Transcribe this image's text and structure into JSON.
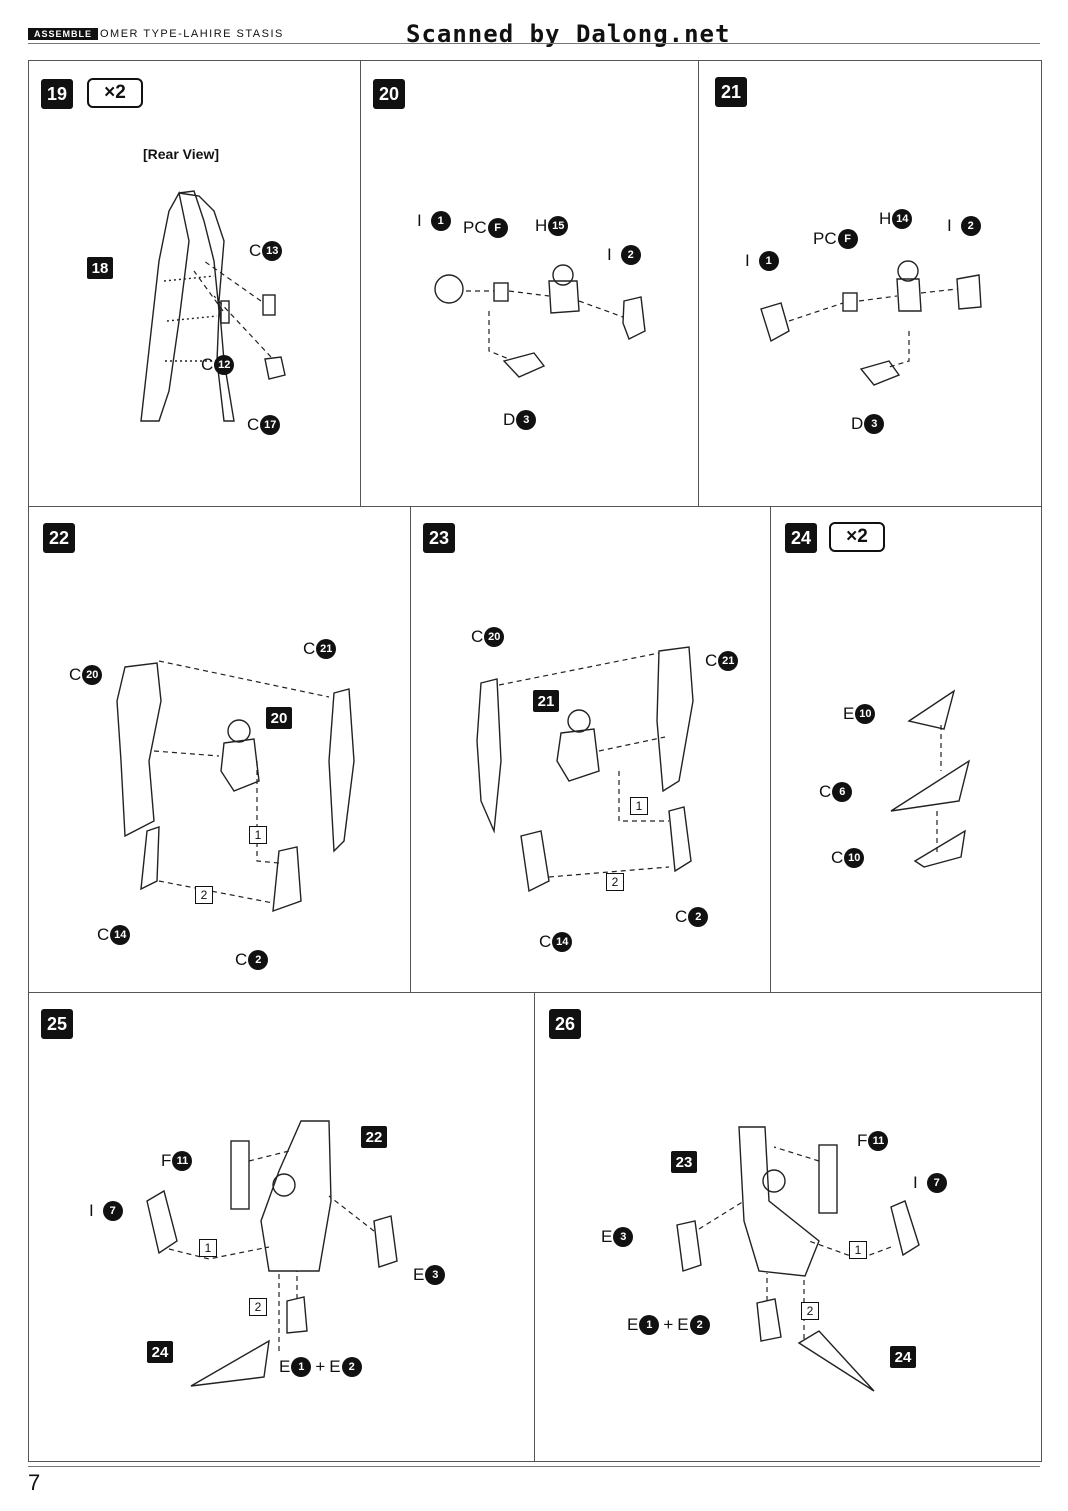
{
  "header": {
    "section_tag": "ASSEMBLE",
    "title": "OMER TYPE-LAHIRE STASIS",
    "watermark": "Scanned by Dalong.net"
  },
  "page_number": "7",
  "steps": {
    "s19": {
      "number": "19",
      "multiplier": "×2",
      "note": "[Rear View]",
      "ref": "18",
      "parts": [
        {
          "letter": "C",
          "num": "13"
        },
        {
          "letter": "C",
          "num": "12"
        },
        {
          "letter": "C",
          "num": "17"
        }
      ]
    },
    "s20": {
      "number": "20",
      "parts": [
        {
          "letter": "I",
          "num": "1"
        },
        {
          "letter": "PC",
          "num": "F"
        },
        {
          "letter": "H",
          "num": "15"
        },
        {
          "letter": "I",
          "num": "2"
        },
        {
          "letter": "D",
          "num": "3"
        }
      ]
    },
    "s21": {
      "number": "21",
      "parts": [
        {
          "letter": "I",
          "num": "1"
        },
        {
          "letter": "PC",
          "num": "F"
        },
        {
          "letter": "H",
          "num": "14"
        },
        {
          "letter": "I",
          "num": "2"
        },
        {
          "letter": "D",
          "num": "3"
        }
      ]
    },
    "s22": {
      "number": "22",
      "ref": "20",
      "order": [
        "1",
        "2"
      ],
      "parts": [
        {
          "letter": "C",
          "num": "20"
        },
        {
          "letter": "C",
          "num": "21"
        },
        {
          "letter": "C",
          "num": "14"
        },
        {
          "letter": "C",
          "num": "2"
        }
      ]
    },
    "s23": {
      "number": "23",
      "ref": "21",
      "order": [
        "1",
        "2"
      ],
      "parts": [
        {
          "letter": "C",
          "num": "20"
        },
        {
          "letter": "C",
          "num": "21"
        },
        {
          "letter": "C",
          "num": "14"
        },
        {
          "letter": "C",
          "num": "2"
        }
      ]
    },
    "s24": {
      "number": "24",
      "multiplier": "×2",
      "parts": [
        {
          "letter": "E",
          "num": "10"
        },
        {
          "letter": "C",
          "num": "6"
        },
        {
          "letter": "C",
          "num": "10"
        }
      ]
    },
    "s25": {
      "number": "25",
      "refs": [
        "22",
        "24"
      ],
      "order": [
        "1",
        "2"
      ],
      "parts": [
        {
          "letter": "F",
          "num": "11"
        },
        {
          "letter": "I",
          "num": "7"
        },
        {
          "letter": "E",
          "num": "3"
        }
      ],
      "combo": {
        "a_letter": "E",
        "a_num": "1",
        "plus": "+",
        "b_letter": "E",
        "b_num": "2"
      }
    },
    "s26": {
      "number": "26",
      "refs": [
        "23",
        "24"
      ],
      "order": [
        "1",
        "2"
      ],
      "parts": [
        {
          "letter": "F",
          "num": "11"
        },
        {
          "letter": "I",
          "num": "7"
        },
        {
          "letter": "E",
          "num": "3"
        }
      ],
      "combo": {
        "a_letter": "E",
        "a_num": "1",
        "plus": "+",
        "b_letter": "E",
        "b_num": "2"
      }
    }
  }
}
